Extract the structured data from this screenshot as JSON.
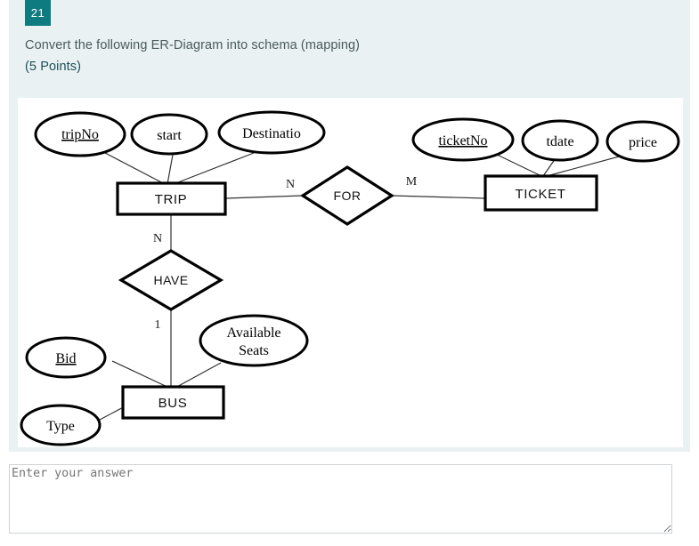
{
  "question": {
    "number": "21",
    "prompt": "Convert the following ER-Diagram into schema (mapping)",
    "points": "(5 Points)"
  },
  "answer": {
    "placeholder": "Enter your answer",
    "value": ""
  },
  "colors": {
    "badge_background": "#0e7b81",
    "card_background": "#e9f1f2",
    "points_text": "#1d4f57",
    "prompt_text": "#4a5b5e",
    "diagram_stroke": "#000000"
  },
  "diagram": {
    "title": "ER Diagram",
    "entities": [
      {
        "id": "trip",
        "label": "TRIP"
      },
      {
        "id": "ticket",
        "label": "TICKET"
      },
      {
        "id": "bus",
        "label": "BUS"
      }
    ],
    "relationships": [
      {
        "id": "for",
        "label": "FOR",
        "from": "trip",
        "to": "ticket",
        "from_card": "N",
        "to_card": "M"
      },
      {
        "id": "have",
        "label": "HAVE",
        "from": "trip",
        "to": "bus",
        "from_card": "N",
        "to_card": "1"
      }
    ],
    "attributes": [
      {
        "id": "tripno",
        "label": "tripNo",
        "entity": "trip",
        "key": true
      },
      {
        "id": "start",
        "label": "start",
        "entity": "trip",
        "key": false
      },
      {
        "id": "destinatio",
        "label": "Destinatio",
        "entity": "trip",
        "key": false
      },
      {
        "id": "ticketno",
        "label": "ticketNo",
        "entity": "ticket",
        "key": true
      },
      {
        "id": "tdate",
        "label": "tdate",
        "entity": "ticket",
        "key": false
      },
      {
        "id": "price",
        "label": "price",
        "entity": "ticket",
        "key": false
      },
      {
        "id": "bid",
        "label": "Bid",
        "entity": "bus",
        "key": true
      },
      {
        "id": "available_seats",
        "label": "Available",
        "label2": "Seats",
        "entity": "bus",
        "key": false
      },
      {
        "id": "type",
        "label": "Type",
        "entity": "bus",
        "key": false
      }
    ],
    "cardinality_labels": {
      "trip_for": "N",
      "ticket_for": "M",
      "trip_have": "N",
      "bus_have": "1"
    }
  }
}
